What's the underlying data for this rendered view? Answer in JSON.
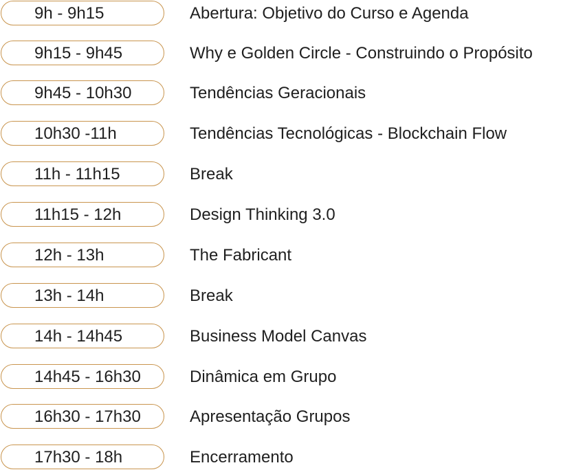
{
  "accent_color": "#c8944d",
  "agenda": [
    {
      "time": "9h - 9h15",
      "item": "Abertura:  Objetivo do Curso e Agenda"
    },
    {
      "time": "9h15 - 9h45",
      "item": "Why e Golden Circle - Construindo o Propósito"
    },
    {
      "time": "9h45 - 10h30",
      "item": "Tendências Geracionais"
    },
    {
      "time": "10h30 -11h",
      "item": "Tendências Tecnológicas - Blockchain Flow"
    },
    {
      "time": "11h - 11h15",
      "item": "Break"
    },
    {
      "time": "11h15 - 12h",
      "item": "Design Thinking 3.0"
    },
    {
      "time": "12h - 13h",
      "item": "The Fabricant"
    },
    {
      "time": "13h - 14h",
      "item": "Break"
    },
    {
      "time": "14h - 14h45",
      "item": "Business Model Canvas"
    },
    {
      "time": "14h45 - 16h30",
      "item": "Dinâmica em Grupo"
    },
    {
      "time": "16h30 - 17h30",
      "item": "Apresentação Grupos"
    },
    {
      "time": "17h30 - 18h",
      "item": "Encerramento"
    }
  ]
}
